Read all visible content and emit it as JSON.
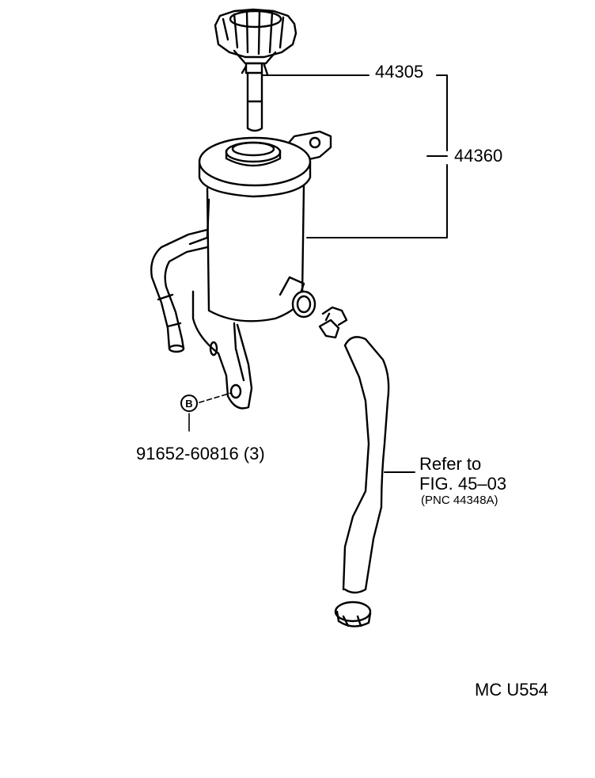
{
  "parts": {
    "cap_dipstick": "44305",
    "reservoir_assy": "44360",
    "bolt": "91652-60816 (3)",
    "bolt_marker": "B"
  },
  "reference": {
    "line1": "Refer to",
    "line2": "FIG. 45–03",
    "line3": "(PNC 44348A)"
  },
  "figure_code": "MC U554"
}
